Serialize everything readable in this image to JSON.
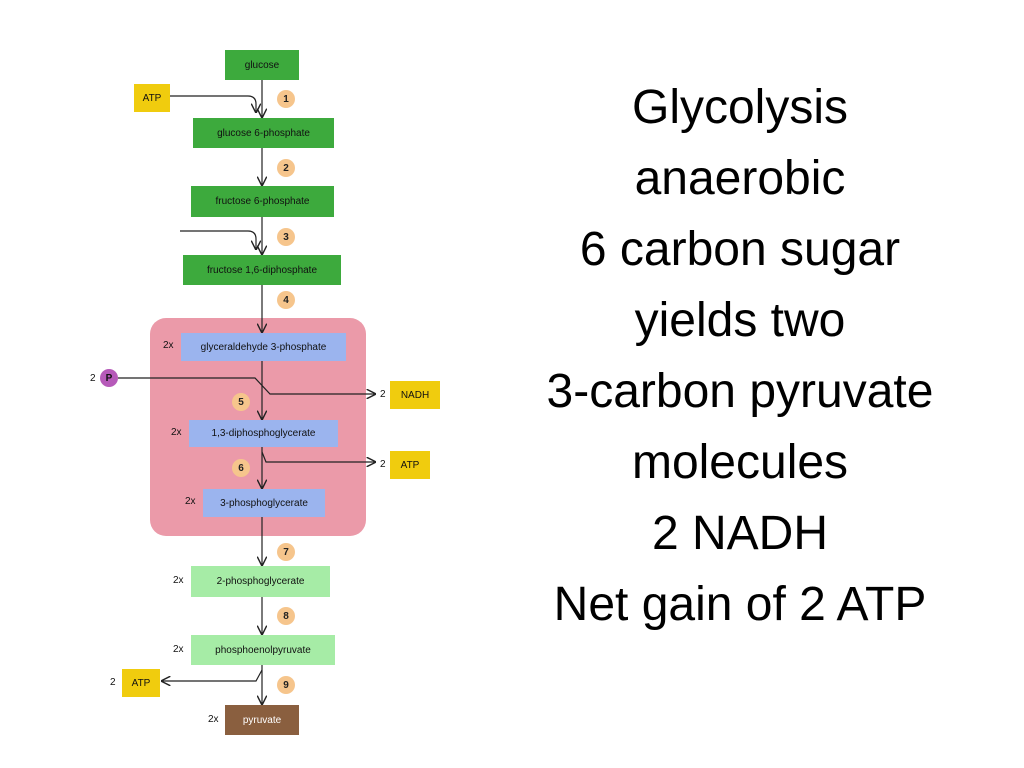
{
  "diagram": {
    "molecules": {
      "glucose": "glucose",
      "g6p": "glucose 6-phosphate",
      "f6p": "fructose 6-phosphate",
      "f16dp": "fructose 1,6-diphosphate",
      "g3p": "glyceraldehyde 3-phosphate",
      "dpg13": "1,3-diphosphoglycerate",
      "pg3": "3-phosphoglycerate",
      "pg2": "2-phosphoglycerate",
      "pep": "phosphoenolpyruvate",
      "pyruvate": "pyruvate"
    },
    "steps": [
      "1",
      "2",
      "3",
      "4",
      "5",
      "6",
      "7",
      "8",
      "9"
    ],
    "multiplier": "2x",
    "cofactors": {
      "atp": "ATP",
      "nadh": "NADH",
      "phosphate_symbol": "P",
      "count": "2"
    },
    "colors": {
      "dark_green": "#3daa3d",
      "light_green": "#a6eca6",
      "blue": "#9bb4ee",
      "yellow": "#f0cc0e",
      "brown": "#8a5f3f",
      "pink_region": "#eb9aa9",
      "step_circle": "#f6c58c",
      "phosphate_circle": "#b65ab9"
    }
  },
  "notes": [
    "Glycolysis",
    "anaerobic",
    "6 carbon sugar",
    "yields two",
    "3-carbon pyruvate",
    "molecules",
    "2 NADH",
    "Net gain of 2 ATP"
  ]
}
